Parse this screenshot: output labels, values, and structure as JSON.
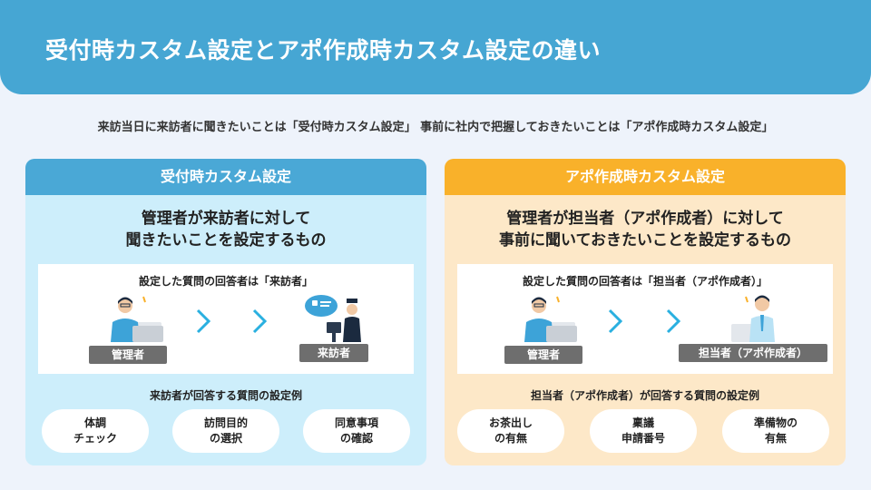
{
  "header": {
    "title": "受付時カスタム設定とアポ作成時カスタム設定の違い"
  },
  "subtitle": "来訪当日に来訪者に聞きたいことは「受付時カスタム設定」 事前に社内で把握しておきたいことは「アポ作成時カスタム設定」",
  "colors": {
    "header": "#46a6d3",
    "left_accent": "#4aa8d6",
    "right_accent": "#f9b12a",
    "left_bg": "#cdeefb",
    "right_bg": "#fde8c8"
  },
  "left": {
    "heading": "受付時カスタム設定",
    "desc_line1": "管理者が来訪者に対して",
    "desc_line2": "聞きたいことを設定するもの",
    "answer_title": "設定した質問の回答者は「来訪者」",
    "from_label": "管理者",
    "to_label": "来訪者",
    "examples_title": "来訪者が回答する質問の設定例",
    "examples": [
      "体調\nチェック",
      "訪問目的\nの選択",
      "同意事項\nの確認"
    ]
  },
  "right": {
    "heading": "アポ作成時カスタム設定",
    "desc_line1": "管理者が担当者（アポ作成者）に対して",
    "desc_line2": "事前に聞いておきたいことを設定するもの",
    "answer_title": "設定した質問の回答者は「担当者（アポ作成者）」",
    "from_label": "管理者",
    "to_label": "担当者（アポ作成者）",
    "examples_title": "担当者（アポ作成者）が回答する質問の設定例",
    "examples": [
      "お茶出し\nの有無",
      "稟議\n申請番号",
      "準備物の\n有無"
    ]
  }
}
